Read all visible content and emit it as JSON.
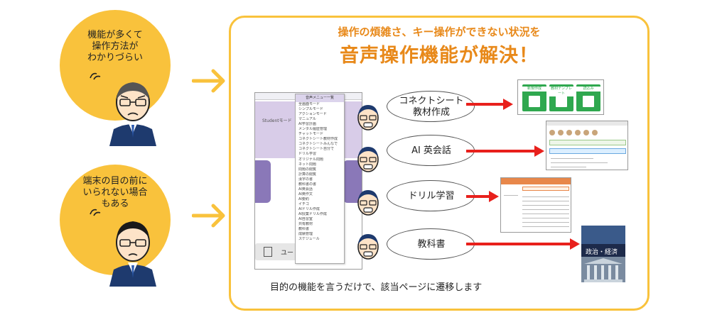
{
  "concerns": {
    "top": {
      "lines": [
        "機能が多くて",
        "操作方法が",
        "わかりづらい"
      ]
    },
    "bottom": {
      "lines": [
        "端末の目の前に",
        "いられない場合",
        "もある"
      ]
    }
  },
  "headline": {
    "sub": "操作の煩雑さ、キー操作ができない状況を",
    "main": "音声操作機能が解決！"
  },
  "device": {
    "student_mode": "Studentモード",
    "bottom_label": "ユー",
    "menu_header": "音声メニュー一覧",
    "menu_items": [
      "全画面モード",
      "シンプルモード",
      "アクションモード",
      "マニュアル",
      "AI学習計画",
      "メンタル履歴管理",
      "チャットモード",
      "コネクトシート教材作成",
      "コネクトシートみんなで",
      "コネクトシート自分で",
      "ドリル学習",
      "オリジナル問題",
      "ネット問題",
      "問題の閲覧",
      "計算の閲覧",
      "漢字の書",
      "教科書の書",
      "AI英会話",
      "AI英作文",
      "AI要約",
      "イチゴ",
      "AIドリル作成",
      "AI授業ドリル作成",
      "AI自習室",
      "共有教材",
      "教科書",
      "成績管理",
      "スケジュール"
    ]
  },
  "features": [
    {
      "label_lines": [
        "コネクトシート",
        "教材作成"
      ]
    },
    {
      "label_lines": [
        "AI 英会話"
      ]
    },
    {
      "label_lines": [
        "ドリル学習"
      ]
    },
    {
      "label_lines": [
        "教科書"
      ]
    }
  ],
  "connect_sheet_icons": [
    {
      "label": "新規作成"
    },
    {
      "label": "教材テンプレート"
    },
    {
      "label": "読込み"
    }
  ],
  "textbook": {
    "title": "政治・経済"
  },
  "caption": "目的の機能を言うだけで、該当ページに遷移します",
  "colors": {
    "accent": "#f9c23c",
    "headline": "#e8891a",
    "arrow_red": "#e8201c",
    "purple": "#8a78b8"
  }
}
